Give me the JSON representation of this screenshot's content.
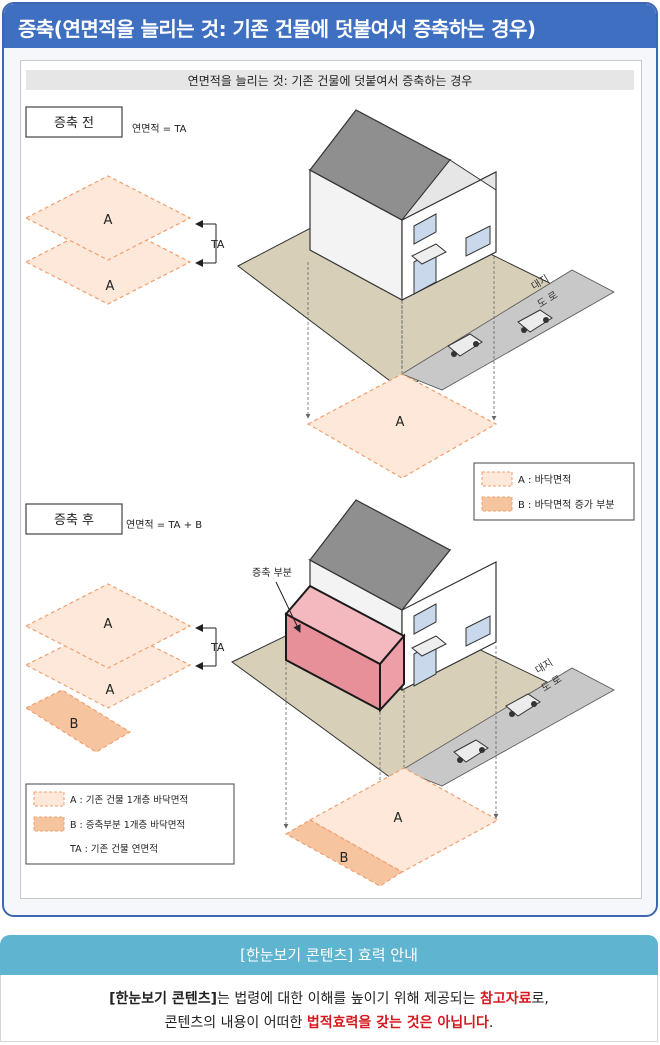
{
  "page_title": "증축(연면적을 늘리는 것: 기존 건물에 덧붙여서 증축하는 경우)",
  "diagram": {
    "caption": "연면적을 늘리는 것: 기존 건물에 덧붙여서 증축하는 경우",
    "before": {
      "label": "증축 전",
      "formula": "연면적 = TA",
      "floor_a_label": "A",
      "ta_label": "TA",
      "footprint_label": "A",
      "road_label_1": "대지",
      "road_label_2": "도 로"
    },
    "legend_1": {
      "a": "A : 바닥면적",
      "b": "B : 바닥면적 증가 부분"
    },
    "after": {
      "label": "증축 후",
      "formula": "연면적 = TA + B",
      "addition_label": "증축 부분",
      "floor_a_label": "A",
      "ta_label": "TA",
      "floor_b_label": "B",
      "footprint_a_label": "A",
      "footprint_b_label": "B",
      "road_label_1": "대지",
      "road_label_2": "도 로"
    },
    "legend_2": {
      "a": "A : 기존 건물 1개층 바닥면적",
      "b": "B : 증축부분 1개층 바닥면적",
      "ta": "TA : 기존 건물 연면적"
    }
  },
  "notice": {
    "header": "[한눈보기 콘텐츠] 효력 안내",
    "line1_a": "[한눈보기 콘텐츠]",
    "line1_b": "는 법령에 대한 이해를 높이기 위해 제공되는 ",
    "line1_c": "참고자료",
    "line1_d": "로,",
    "line2_a": "콘텐츠의 내용이 어떠한 ",
    "line2_b": "법적효력을 갖는 것은 아닙니다",
    "line2_c": "."
  },
  "colors": {
    "header_bg": "#3f6fc0",
    "notice_header_bg": "#5fb4cf",
    "floor_fill": "#fde8d9",
    "floor_stroke": "#f0a070",
    "increase_fill": "#f7c4a0",
    "addition_fill": "#e8909a",
    "ground": "#d8cfb8",
    "road": "#c8c8c8",
    "roof": "#8a8a8a",
    "emphasis_red": "#d6191f"
  }
}
